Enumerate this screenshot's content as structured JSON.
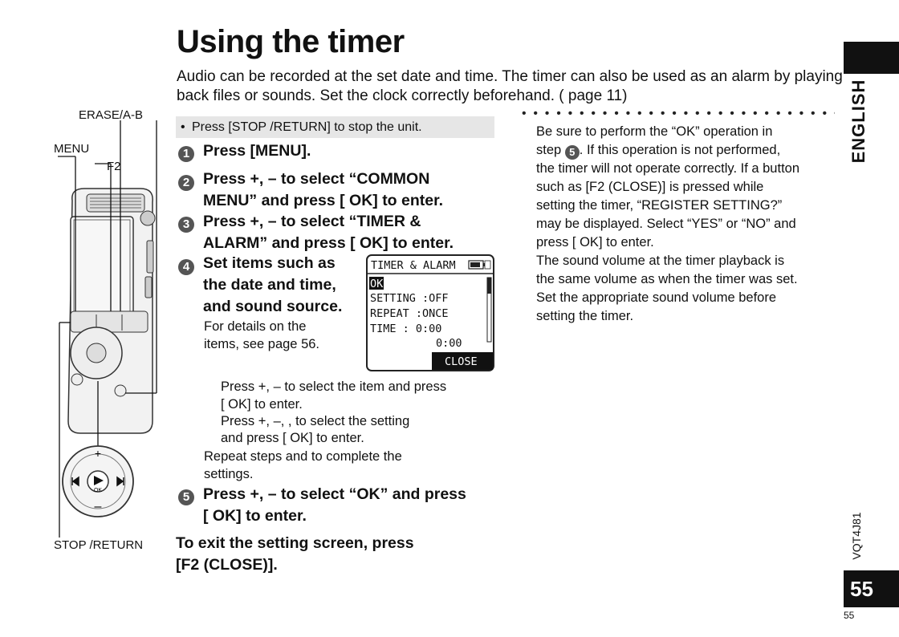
{
  "title": "Using the timer",
  "intro": "Audio can be recorded at the set date and time. The timer can also be used as an alarm by playing back files or sounds. Set the clock correctly beforehand. (    page 11)",
  "note": "Press [STOP     /RETURN] to stop the unit.",
  "labels": {
    "erase": "ERASE/A-B",
    "menu": "MENU",
    "f2": "F2",
    "stop": "STOP     /RETURN"
  },
  "steps": [
    {
      "num": "1",
      "text": "Press [MENU]."
    },
    {
      "num": "2",
      "line1": "Press +, – to select “COMMON",
      "line2": "MENU” and press [     OK] to enter."
    },
    {
      "num": "3",
      "line1": "Press +, – to select “TIMER &",
      "line2": "ALARM” and press [     OK] to enter."
    },
    {
      "num": "4",
      "line1": "Set items such as",
      "line2": "the date and time,",
      "line3": "and sound source.",
      "sub1": "For details on the",
      "sub2": "items, see page 56."
    },
    {
      "num": "5",
      "line1": "Press +, – to select “OK” and press",
      "line2": "[     OK] to enter."
    }
  ],
  "substeps": {
    "a1": "Press +, – to select the item and press",
    "a2": "[     OK] to enter.",
    "b1": "Press +, –,          ,          to select the setting",
    "b2": "and press [     OK] to enter.",
    "c1": "Repeat steps      and      to complete the",
    "c2": "settings."
  },
  "exit": {
    "line1": "To exit the setting screen, press",
    "line2": "[F2 (CLOSE)]."
  },
  "lcd": {
    "title": "TIMER & ALARM",
    "ok": "OK",
    "setting": "SETTING :OFF",
    "repeat": "REPEAT  :ONCE",
    "time1": "TIME    : 0:00",
    "time2": "0:00",
    "close": "CLOSE"
  },
  "right": {
    "p1a": "Be sure to perform the “OK” operation in",
    "p1b_pre": "step ",
    "p1b_num": "5",
    "p1b_post": ". If this operation is not performed,",
    "p1c": "the timer will not operate correctly. If a button",
    "p1d": "such as [F2 (CLOSE)] is pressed while",
    "p1e": "setting the timer, “REGISTER SETTING?”",
    "p1f": "may be displayed. Select “YES” or “NO” and",
    "p1g": "press [     OK] to enter.",
    "p2a": "The sound volume at the timer playback is",
    "p2b": "the same volume as when the timer was set.",
    "p2c": "Set the appropriate sound volume before",
    "p2d": "setting the timer."
  },
  "side": {
    "language": "ENGLISH",
    "code": "VQT4J81",
    "page": "55",
    "page_small": "55"
  }
}
